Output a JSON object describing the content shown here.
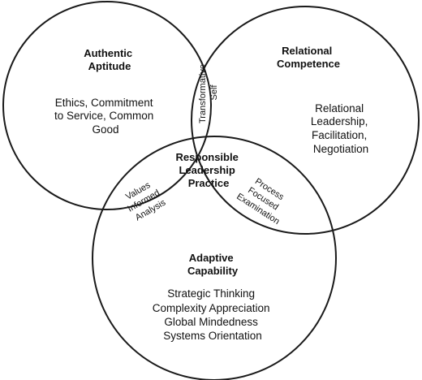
{
  "diagram": {
    "circles": [
      {
        "id": "authentic",
        "title": [
          "Authentic",
          "Aptitude"
        ],
        "body": [
          "Ethics, Commitment",
          "to Service, Common",
          "Good"
        ]
      },
      {
        "id": "relational",
        "title": [
          "Relational",
          "Competence"
        ],
        "body": [
          "Relational",
          "Leadership,",
          "Facilitation,",
          "Negotiation"
        ]
      },
      {
        "id": "adaptive",
        "title": [
          "Adaptive",
          "Capability"
        ],
        "body": [
          "Strategic Thinking",
          "Complexity Appreciation",
          "Global Mindedness",
          "Systems Orientation"
        ]
      }
    ],
    "overlaps": {
      "top": [
        "Transformative",
        "Self"
      ],
      "left": [
        "Values",
        "Informed",
        "Analysis"
      ],
      "right": [
        "Process",
        "Focused",
        "Examination"
      ]
    },
    "center": [
      "Responsible",
      "Leadership",
      "Practice"
    ]
  }
}
